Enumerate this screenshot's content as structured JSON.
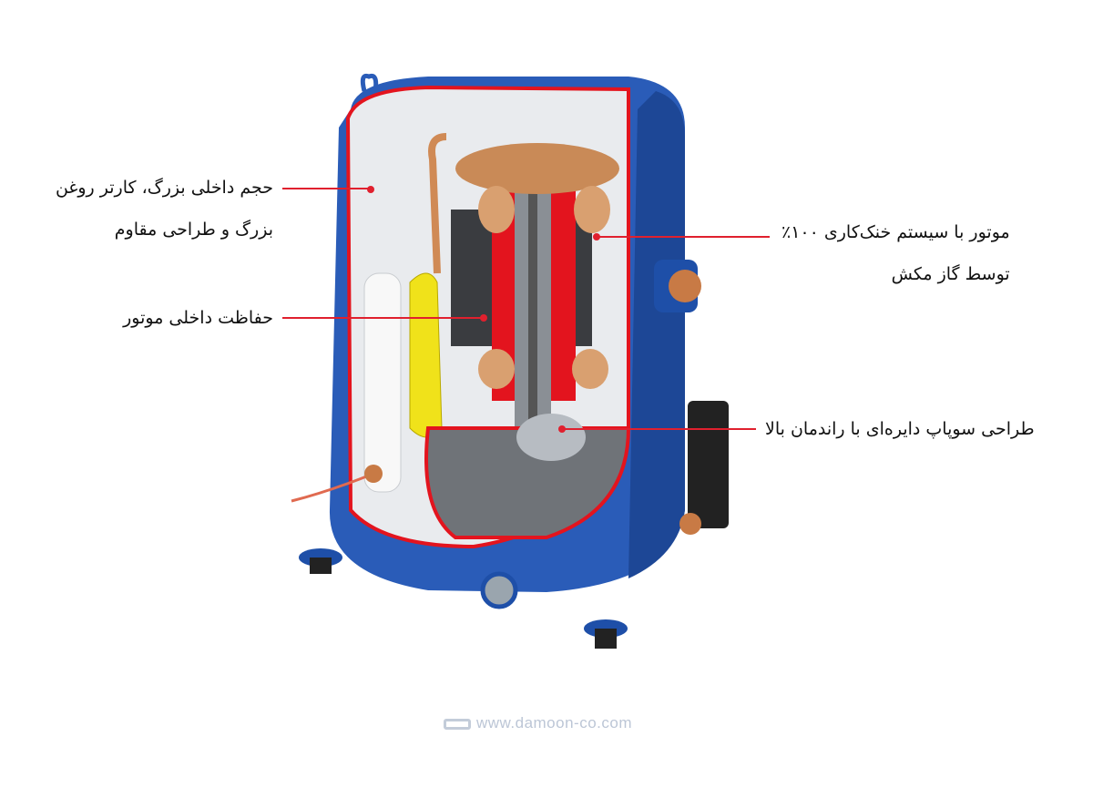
{
  "labels": {
    "tank": {
      "line1": "حجم داخلی بزرگ، کارتر روغن",
      "line2": "بزرگ و طراحی مقاوم"
    },
    "motor_protection": {
      "line1": "حفاظت داخلی موتور"
    },
    "motor_cooling": {
      "line1": "موتور با سیستم خنک‌کاری ۱۰۰٪",
      "line2": "توسط گاز مکش"
    },
    "valve": {
      "line1": "طراحی سوپاپ دایره‌ای با راندمان بالا"
    }
  },
  "watermark": "www.damoon-co.com",
  "colors": {
    "leader": "#e0202e",
    "shell": "#2456b0",
    "cutaway": "#e3141e"
  }
}
